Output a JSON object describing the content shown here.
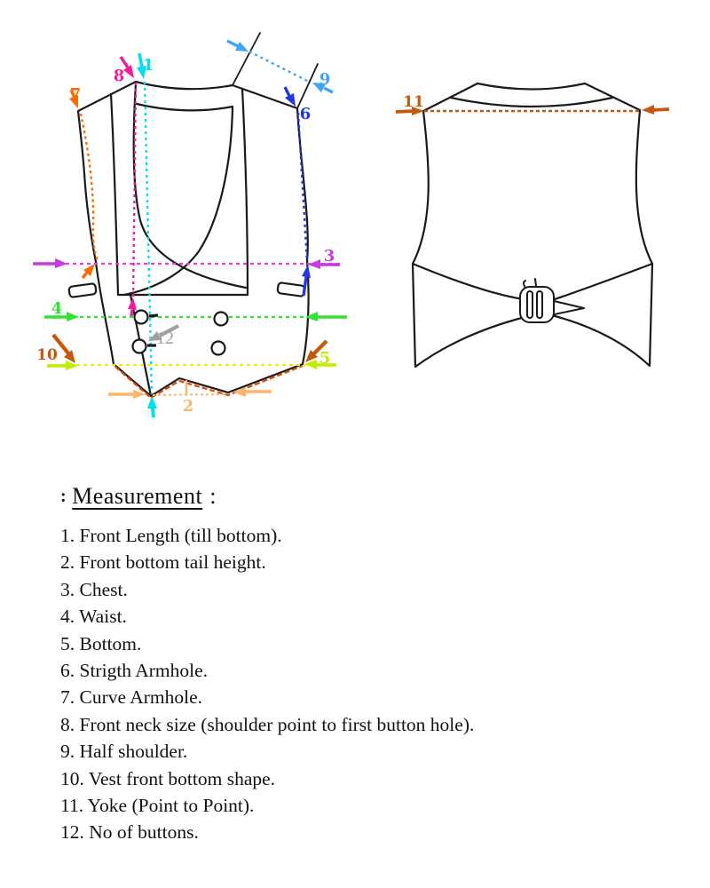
{
  "diagram": {
    "front_view_name": "vest front view",
    "back_view_name": "vest back view",
    "marks": [
      {
        "num": "1",
        "color": "#00dff2"
      },
      {
        "num": "2",
        "color": "#ffb469"
      },
      {
        "num": "3",
        "color": "#c43be0"
      },
      {
        "num": "4",
        "color": "#2fe32f"
      },
      {
        "num": "5",
        "color": "#c2ec00"
      },
      {
        "num": "6",
        "color": "#2336e0"
      },
      {
        "num": "7",
        "color": "#ff6a00"
      },
      {
        "num": "8",
        "color": "#f5199b"
      },
      {
        "num": "9",
        "color": "#3fa4f5"
      },
      {
        "num": "10",
        "color": "#c4590e"
      },
      {
        "num": "11",
        "color": "#c4590e"
      },
      {
        "num": "12",
        "color": "#a0a0a0"
      }
    ],
    "accent_lines": {
      "chest_line": "#e83be8",
      "waist_line": "#2fe32f",
      "bottom_line": "#e8ef00",
      "bottom_shape_line": "#e04a00",
      "yoke_line": "#c4590e"
    }
  },
  "title_block": {
    "pre_colon": ":",
    "heading": "Measurement",
    "post_colon": ":",
    "items": [
      "1. Front Length (till bottom).",
      "2. Front bottom tail height.",
      "3. Chest.",
      "4. Waist.",
      "5. Bottom.",
      "6. Strigth Armhole.",
      "7. Curve Armhole.",
      "8. Front neck size (shoulder point to first button hole).",
      "9. Half shoulder.",
      "10. Vest front bottom shape.",
      "11. Yoke (Point to Point).",
      "12. No of buttons."
    ]
  }
}
